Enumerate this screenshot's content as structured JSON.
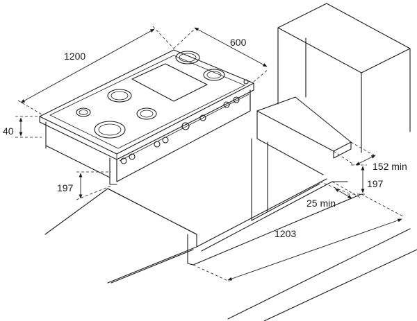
{
  "dimensions": {
    "width": "1200",
    "depth": "600",
    "thickness": "40",
    "body_height": "197",
    "cutout_width": "1203",
    "rear_clearance": "152 min",
    "cutout_height": "197",
    "side_clearance": "25 min"
  },
  "icons": {
    "burner": "burner-icon",
    "knob": "control-knob-icon",
    "griddle": "griddle-plate-icon"
  }
}
